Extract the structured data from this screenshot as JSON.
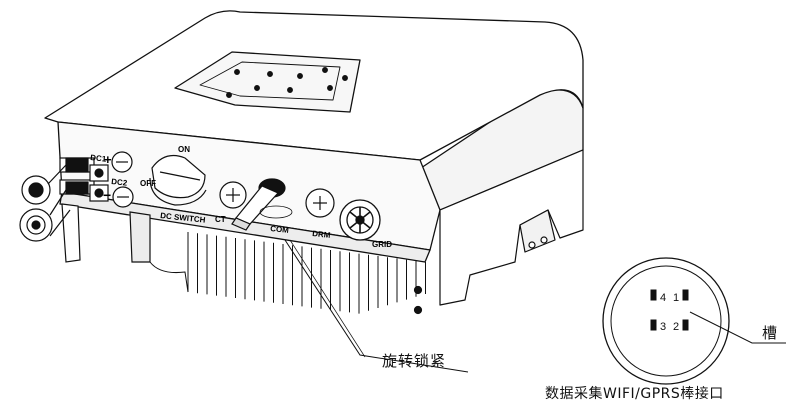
{
  "device_labels": {
    "dc1": "DC1",
    "dc2": "DC2",
    "on": "ON",
    "off": "OFF",
    "dc_switch": "DC SWITCH",
    "ct": "CT",
    "com": "COM",
    "drm": "DRM",
    "grid": "GRID",
    "plus": "+",
    "minus": "−"
  },
  "connector_pins": [
    "4",
    "1",
    "3",
    "2"
  ],
  "captions": {
    "rotate_lock": "旋转锁紧",
    "groove": "槽",
    "data_port": "数据采集WIFI/GPRS棒接口"
  }
}
